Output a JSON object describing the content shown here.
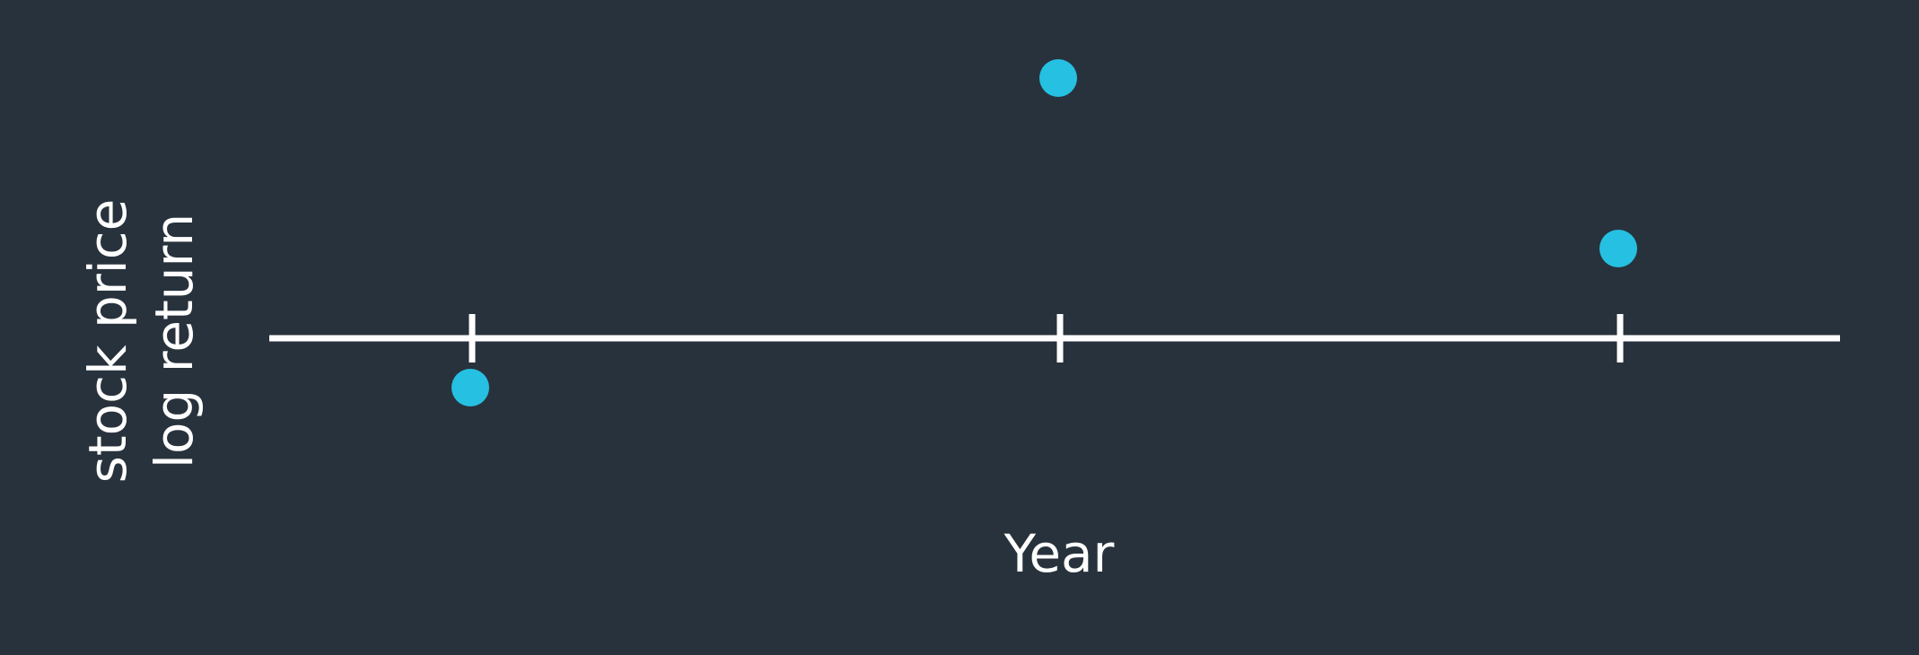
{
  "chart_data": {
    "type": "scatter",
    "xlabel": "Year",
    "ylabel_lines": [
      "stock price",
      "log return"
    ],
    "x_categories": 3,
    "points": [
      {
        "x": 1,
        "y": -0.55
      },
      {
        "x": 2,
        "y": 2.9
      },
      {
        "x": 3,
        "y": 1.0
      }
    ],
    "ylim": [
      -1.5,
      3.5
    ],
    "grid": false,
    "colors": {
      "background": "#28323c",
      "axis": "#ffffff",
      "point": "#26c0e2",
      "text": "#ffffff"
    }
  }
}
